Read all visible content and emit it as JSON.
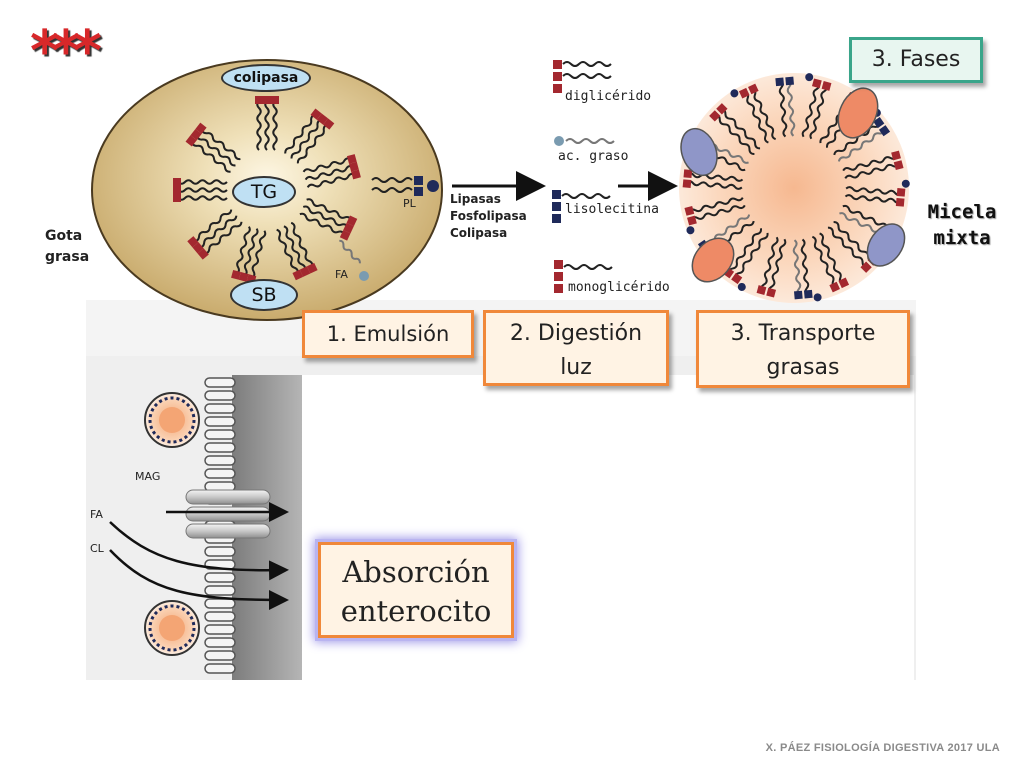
{
  "stars": "***",
  "labels": {
    "colipasa": "colipasa",
    "tg": "TG",
    "sb": "SB",
    "pl": "PL",
    "fa": "FA",
    "gota_line1": "Gota",
    "gota_line2": "grasa",
    "enzymes_line1": "Lipasas",
    "enzymes_line2": "Fosfolipasa",
    "enzymes_line3": "Colipasa",
    "digliceride": "diglicérido",
    "fatty_acid": "ac. graso",
    "lysolecithin": "lisolecitina",
    "monoglyceride": "monoglicérido",
    "micela_line1": "Micela",
    "micela_line2": "mixta",
    "mag": "MAG",
    "fa_lower": "FA",
    "cl": "CL"
  },
  "boxes": {
    "fases": "3. Fases",
    "emulsion": "1. Emulsión",
    "digestion_line1": "2. Digestión",
    "digestion_line2": "luz",
    "transporte_line1": "3. Transporte",
    "transporte_line2": "grasas",
    "absorcion_line1": "Absorción",
    "absorcion_line2": "enterocito"
  },
  "footer": "X. PÁEZ   FISIOLOGÍA DIGESTIVA 2017 ULA",
  "colors": {
    "droplet": "#c9aa6a",
    "head_red": "#a3282f",
    "head_navy": "#1f2a5a",
    "box_orange": "#f0883a",
    "box_teal": "#3aa58a",
    "pill_blue": "#bfe0f3"
  }
}
